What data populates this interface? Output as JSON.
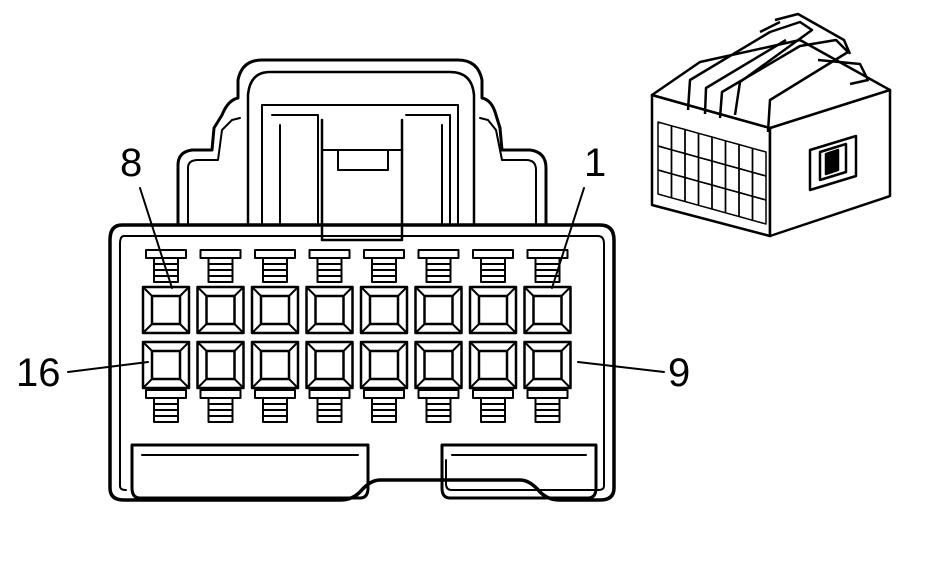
{
  "pin_labels": {
    "top_left": "8",
    "top_right": "1",
    "bottom_left": "16",
    "bottom_right": "9"
  },
  "connector": {
    "rows": 2,
    "cavities_per_row": 8
  },
  "colors": {
    "line": "#000000",
    "background": "#ffffff"
  },
  "icons": {
    "face_view": "connector-face-drawing",
    "iso_view": "connector-isometric-drawing"
  }
}
